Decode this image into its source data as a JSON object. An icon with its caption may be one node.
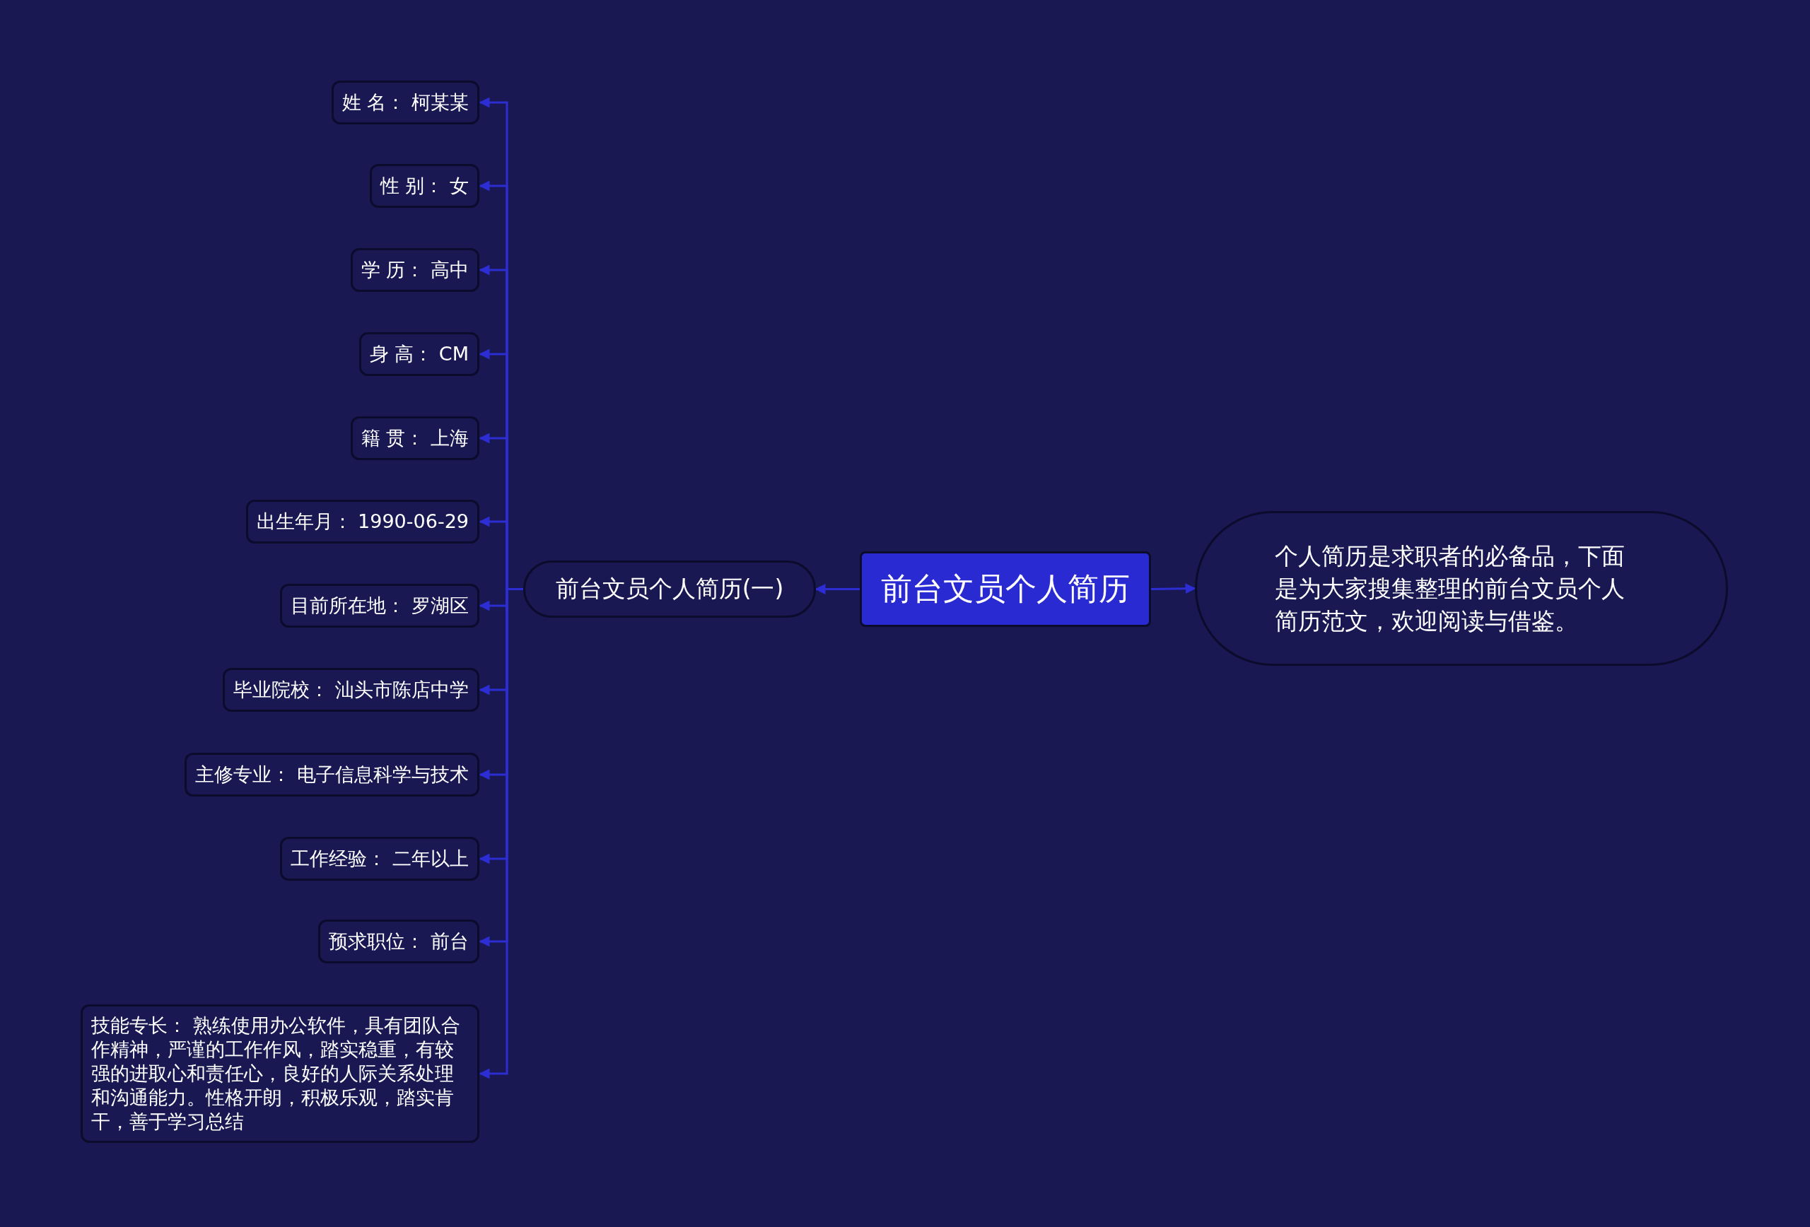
{
  "diagram": {
    "nodes": [
      {
        "text": [
          "前台文员个人简历"
        ]
      },
      {
        "text": [
          "前台文员个人简历(一)"
        ]
      },
      {
        "text": [
          "个人简历是求职者的必备品，下面是为大家搜集整理的前台文员个人简历范文，欢迎阅读与借鉴。"
        ]
      },
      {
        "text": [
          "姓 名： 柯某某"
        ]
      },
      {
        "text": [
          "性 别： 女"
        ]
      },
      {
        "text": [
          "学 历： 高中"
        ]
      },
      {
        "text": [
          "身 高： CM"
        ]
      },
      {
        "text": [
          "籍 贯： 上海"
        ]
      },
      {
        "text": [
          "出生年月： 1990-06-29"
        ]
      },
      {
        "text": [
          "目前所在地： 罗湖区"
        ]
      },
      {
        "text": [
          "毕业院校： 汕头市陈店中学"
        ]
      },
      {
        "text": [
          "主修专业： 电子信息科学与技术"
        ]
      },
      {
        "text": [
          "工作经验： 二年以上"
        ]
      },
      {
        "text": [
          "预求职位： 前台"
        ]
      },
      {
        "text": [
          "技能专长： 熟练使用办公软件，具有团队合作精神，严谨的工作作风，踏实稳重，有较强的进取心和责任心，良好的人际关系处理和沟通能力。性格开朗，积极乐观，踏实肯干，善于学习总结"
        ]
      }
    ],
    "edges": [
      {
        "from": 0,
        "to": 1,
        "arrow": "to"
      },
      {
        "from": 0,
        "to": 2,
        "arrow": "to"
      },
      {
        "from": 1,
        "to": 3,
        "arrow": "to"
      },
      {
        "from": 1,
        "to": 4,
        "arrow": "to"
      },
      {
        "from": 1,
        "to": 5,
        "arrow": "to"
      },
      {
        "from": 1,
        "to": 6,
        "arrow": "to"
      },
      {
        "from": 1,
        "to": 7,
        "arrow": "to"
      },
      {
        "from": 1,
        "to": 8,
        "arrow": "to"
      },
      {
        "from": 1,
        "to": 9,
        "arrow": "to"
      },
      {
        "from": 1,
        "to": 10,
        "arrow": "to"
      },
      {
        "from": 1,
        "to": 11,
        "arrow": "to"
      },
      {
        "from": 1,
        "to": 12,
        "arrow": "to"
      },
      {
        "from": 1,
        "to": 13,
        "arrow": "to"
      },
      {
        "from": 1,
        "to": 14,
        "arrow": "to"
      }
    ]
  }
}
